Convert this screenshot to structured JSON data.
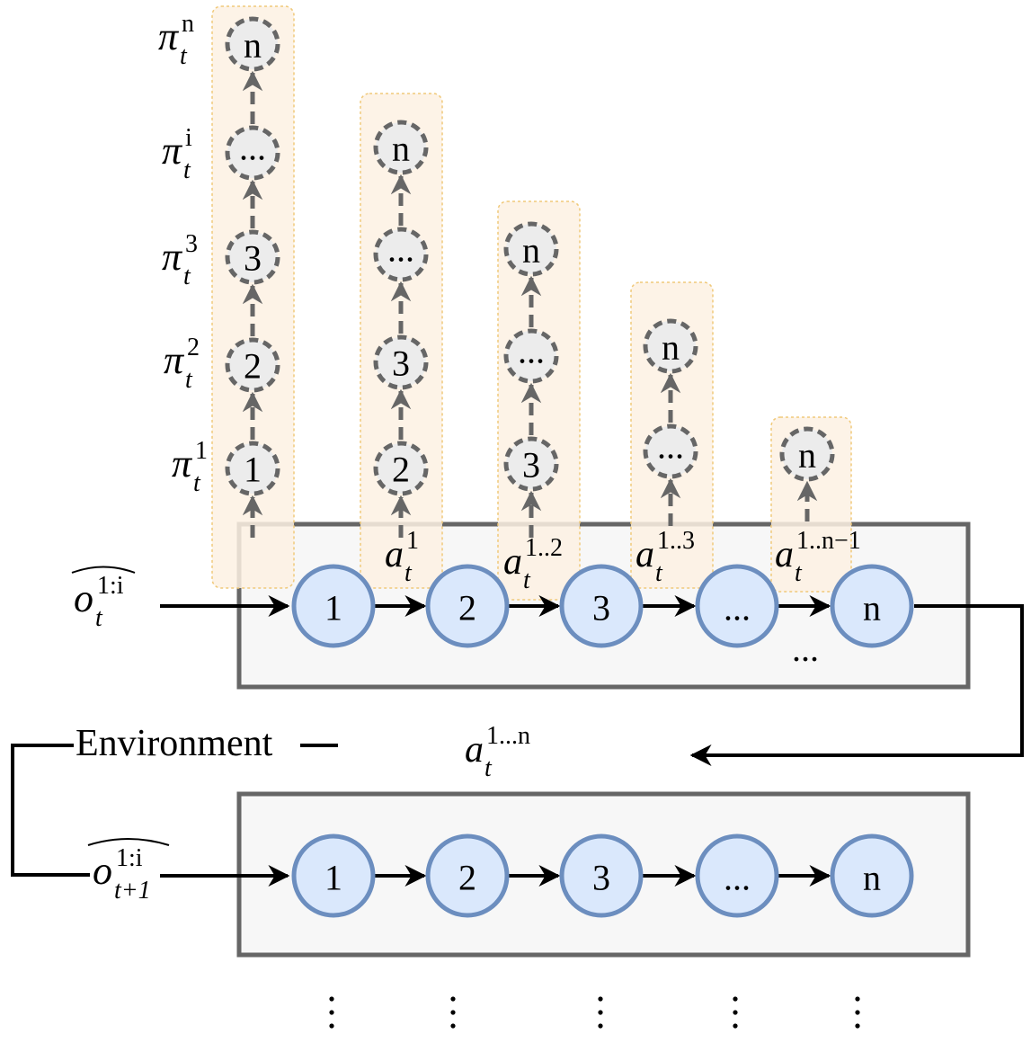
{
  "nodes": {
    "labels": [
      "1",
      "2",
      "3",
      "...",
      "n"
    ]
  },
  "columns": [
    {
      "items": [
        "1",
        "2",
        "3",
        "...",
        "n"
      ]
    },
    {
      "items": [
        "2",
        "3",
        "...",
        "n"
      ]
    },
    {
      "items": [
        "3",
        "...",
        "n"
      ]
    },
    {
      "items": [
        "...",
        "n"
      ]
    },
    {
      "items": [
        "n"
      ]
    }
  ],
  "policy_labels": [
    {
      "base": "π",
      "sub": "t",
      "sup": "1"
    },
    {
      "base": "π",
      "sub": "t",
      "sup": "2"
    },
    {
      "base": "π",
      "sub": "t",
      "sup": "3"
    },
    {
      "base": "π",
      "sub": "t",
      "sup": "i"
    },
    {
      "base": "π",
      "sub": "t",
      "sup": "n"
    }
  ],
  "action_labels": [
    {
      "base": "a",
      "sub": "t",
      "sup": "1"
    },
    {
      "base": "a",
      "sub": "t",
      "sup": "1..2"
    },
    {
      "base": "a",
      "sub": "t",
      "sup": "1..3"
    },
    {
      "base": "a",
      "sub": "t",
      "sup": "1..n−1"
    }
  ],
  "joint_action": {
    "base": "a",
    "sub": "t",
    "sup": "1...n"
  },
  "obs_t": {
    "base": "o",
    "sub": "t",
    "sup": "1:i"
  },
  "obs_t1": {
    "base": "o",
    "sub": "t+1",
    "sup": "1:i"
  },
  "environment": "Environment",
  "ellipsis_row": "...",
  "vdots": "⋮"
}
